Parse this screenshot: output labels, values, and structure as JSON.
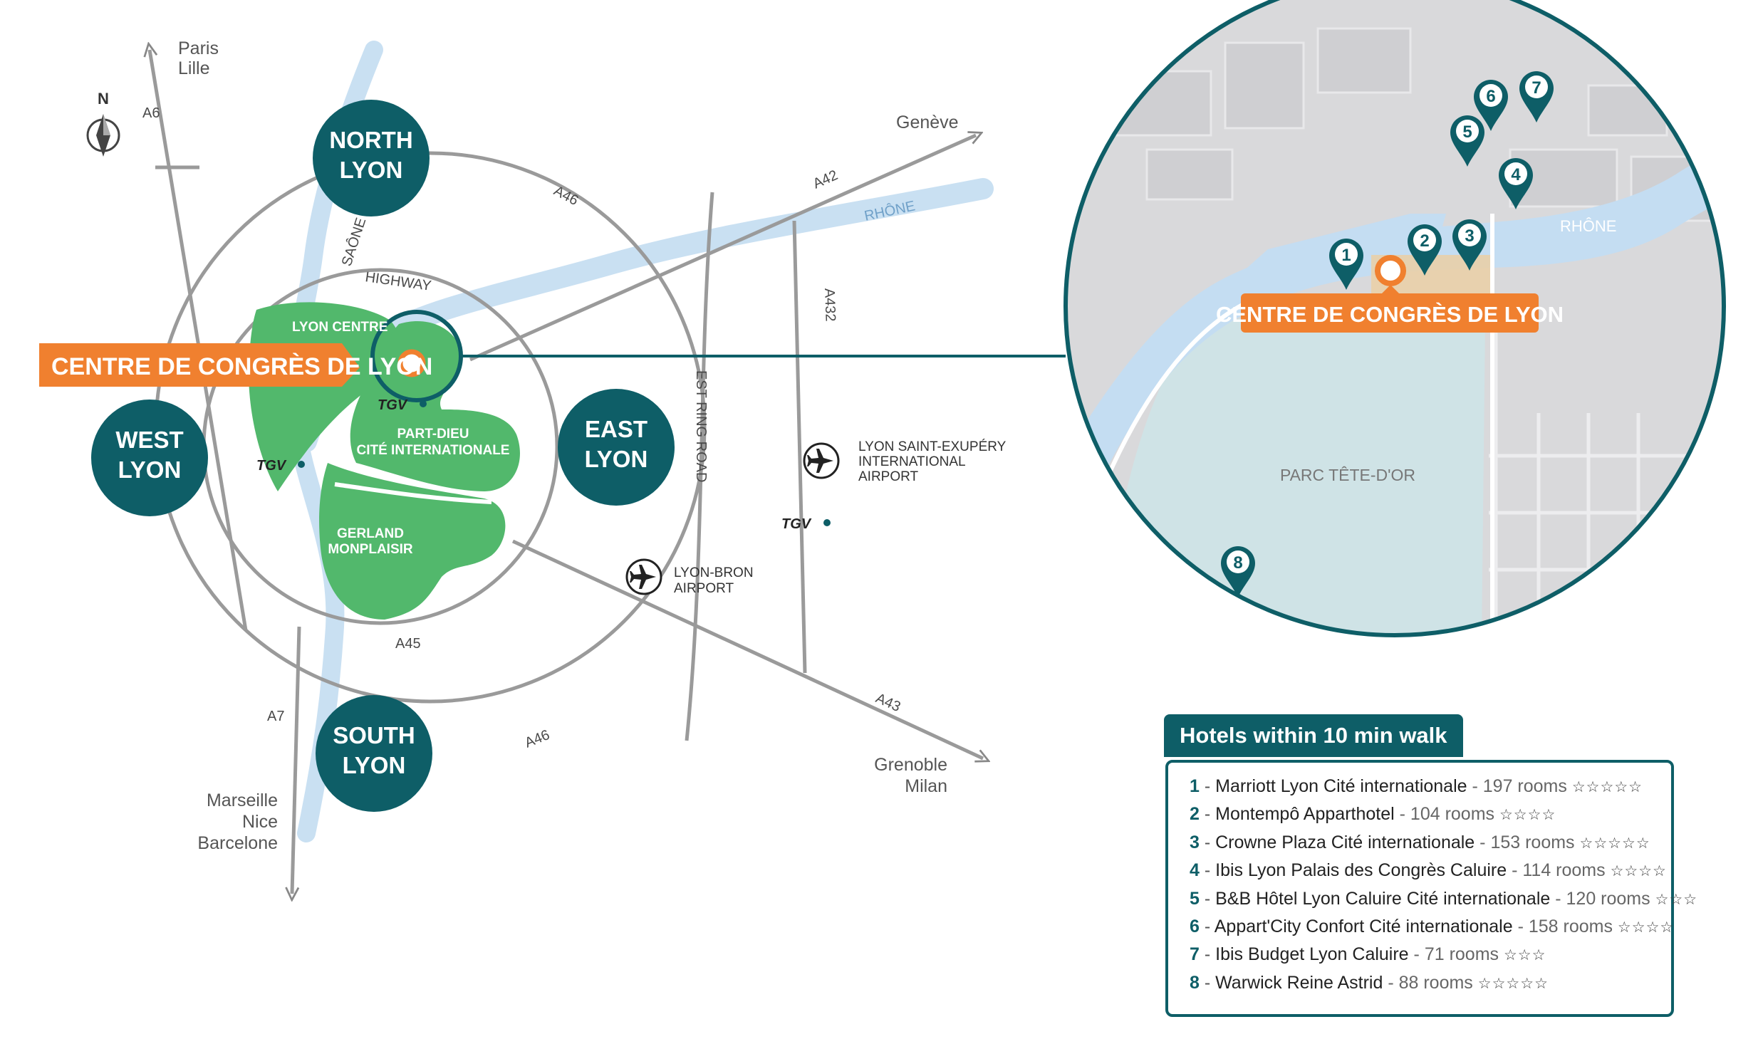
{
  "map": {
    "compass": {
      "label": "N"
    },
    "districts": {
      "north": [
        "NORTH",
        "LYON"
      ],
      "south": [
        "SOUTH",
        "LYON"
      ],
      "east": [
        "EAST",
        "LYON"
      ],
      "west": [
        "WEST",
        "LYON"
      ]
    },
    "zones": {
      "lyon_centre": "LYON CENTRE",
      "part_dieu": [
        "PART-DIEU",
        "CITÉ INTERNATIONALE"
      ],
      "gerland": [
        "GERLAND",
        "MONPLAISIR"
      ]
    },
    "venue_label": "CENTRE DE CONGRÈS DE LYON",
    "rivers": {
      "saone": "SAÔNE",
      "rhone": "RHÔNE"
    },
    "roads": {
      "highway": "HIGHWAY",
      "a6": "A6",
      "a7": "A7",
      "a46_north": "A46",
      "a46_south": "A46",
      "a42": "A42",
      "a432": "A432",
      "a43": "A43",
      "a45": "A45",
      "est_ring_road": "EST RING ROAD"
    },
    "destinations": {
      "north": [
        "Paris",
        "Lille"
      ],
      "northeast": "Genève",
      "southeast": [
        "Grenoble",
        "Milan"
      ],
      "south": [
        "Marseille",
        "Nice",
        "Barcelone"
      ]
    },
    "airports": {
      "saint_exupery": [
        "LYON SAINT-EXUPÉRY",
        "INTERNATIONAL",
        "AIRPORT"
      ],
      "bron": [
        "LYON-BRON",
        "AIRPORT"
      ]
    },
    "tgv_label": "TGV"
  },
  "inset": {
    "venue_label": "CENTRE DE CONGRÈS DE LYON",
    "river_label": "RHÔNE",
    "park_label": "PARC TÊTE-D'OR",
    "markers": [
      "1",
      "2",
      "3",
      "4",
      "5",
      "6",
      "7",
      "8"
    ]
  },
  "hotels": {
    "title": "Hotels within 10 min walk",
    "items": [
      {
        "num": "1",
        "name": "Marriott Lyon Cité internationale",
        "rooms": "- 197 rooms",
        "stars": "☆☆☆☆☆"
      },
      {
        "num": "2",
        "name": "Montempô Apparthotel",
        "rooms": "- 104 rooms",
        "stars": "☆☆☆☆"
      },
      {
        "num": "3",
        "name": "Crowne Plaza Cité internationale",
        "rooms": "- 153 rooms",
        "stars": "☆☆☆☆☆"
      },
      {
        "num": "4",
        "name": "Ibis Lyon Palais des Congrès Caluire",
        "rooms": "- 114 rooms",
        "stars": "☆☆☆☆"
      },
      {
        "num": "5",
        "name": "B&B Hôtel Lyon Caluire Cité internationale",
        "rooms": "- 120 rooms",
        "stars": "☆☆☆"
      },
      {
        "num": "6",
        "name": "Appart'City Confort Cité internationale",
        "rooms": "- 158 rooms",
        "stars": "☆☆☆☆"
      },
      {
        "num": "7",
        "name": "Ibis Budget Lyon Caluire",
        "rooms": "- 71 rooms",
        "stars": "☆☆☆"
      },
      {
        "num": "8",
        "name": "Warwick Reine Astrid",
        "rooms": "- 88 rooms",
        "stars": "☆☆☆☆☆"
      }
    ]
  },
  "colors": {
    "teal": "#0e5e67",
    "orange": "#f0802f",
    "green": "#52b86c",
    "river": "#c9e0f2",
    "inset_land": "#d9d9db",
    "park": "#cfe3e6"
  }
}
